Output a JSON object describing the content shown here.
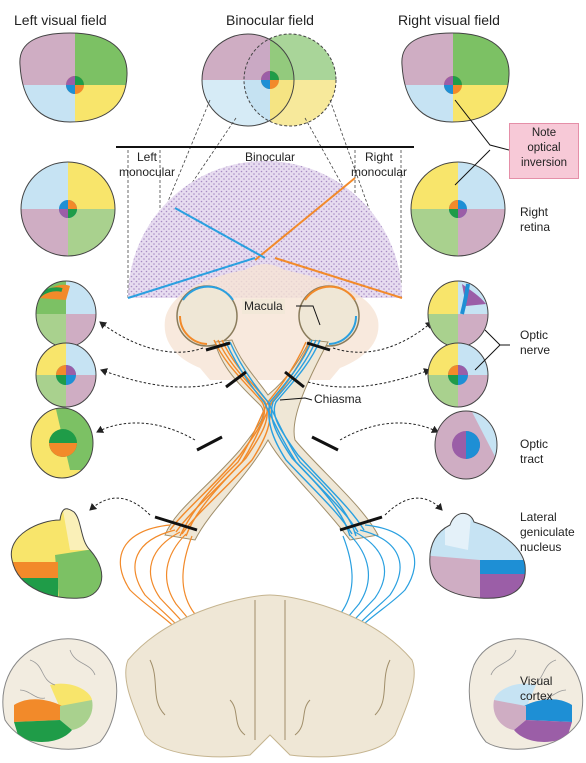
{
  "titles": {
    "left_visual_field": "Left visual field",
    "binocular_field": "Binocular field",
    "right_visual_field": "Right visual field"
  },
  "labels": {
    "left_monocular": [
      "Left",
      "monocular"
    ],
    "binocular": "Binocular",
    "right_monocular": [
      "Right",
      "monocular"
    ],
    "note": [
      "Note",
      "optical",
      "inversion"
    ],
    "right_retina": [
      "Right",
      "retina"
    ],
    "macula": "Macula",
    "optic_nerve": [
      "Optic",
      "nerve"
    ],
    "chiasma": "Chiasma",
    "optic_tract": [
      "Optic",
      "tract"
    ],
    "lgn": [
      "Lateral",
      "geniculate",
      "nucleus"
    ],
    "visual_cortex": [
      "Visual",
      "cortex"
    ]
  },
  "colors": {
    "mauve": "#cfadc3",
    "green": "#7cc164",
    "light_blue": "#c6e3f3",
    "yellow": "#f8e56b",
    "orange": "#f28a2a",
    "dark_green": "#1f9c48",
    "blue": "#1e8fd5",
    "purple": "#9b5ea7",
    "orange_pathway": "#f28a2a",
    "blue_pathway": "#2aa0e0",
    "note_fill": "#f7c9d7",
    "tissue": "#efe7d6"
  }
}
